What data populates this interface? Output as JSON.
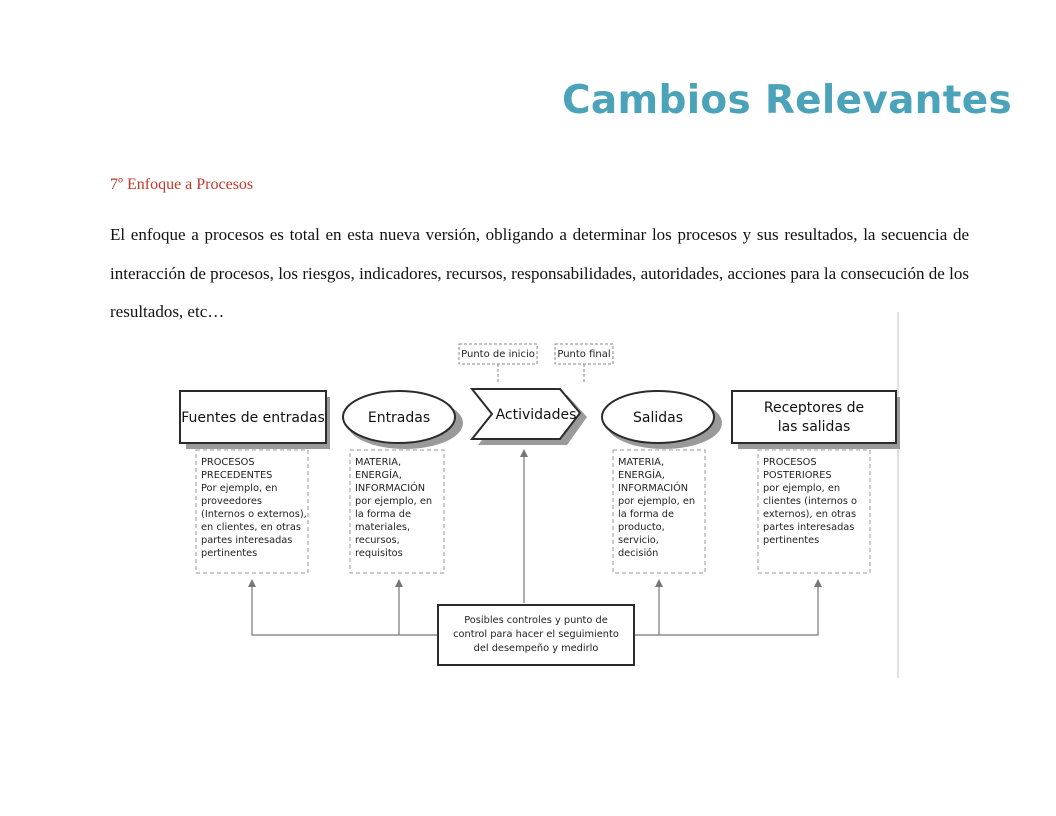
{
  "slide": {
    "title": "Cambios Relevantes",
    "section_heading": "7º Enfoque a Procesos",
    "body_text": "El enfoque a procesos es total en esta nueva versión, obligando a determinar los procesos y sus resultados, la secuencia de interacción de procesos, los riesgos, indicadores, recursos, responsabilidades, autoridades, acciones para la consecución de los resultados, etc…"
  },
  "diagram": {
    "markers": {
      "start": "Punto de inicio",
      "end": "Punto final"
    },
    "stages": {
      "sources": "Fuentes de entradas",
      "inputs": "Entradas",
      "activities": "Actividades",
      "outputs": "Salidas",
      "receivers_line1": "Receptores de",
      "receivers_line2": "las salidas"
    },
    "notes": {
      "sources": [
        "PROCESOS",
        "PRECEDENTES",
        "Por ejemplo, en",
        "proveedores",
        "(Internos o externos),",
        "en clientes, en otras",
        "partes interesadas",
        "pertinentes"
      ],
      "inputs": [
        "MATERIA,",
        "ENERGÍA,",
        "INFORMACIÓN",
        "por ejemplo, en",
        "la forma de",
        "materiales,",
        "recursos,",
        "requisitos"
      ],
      "outputs": [
        "MATERIA,",
        "ENERGÍA,",
        "INFORMACIÓN",
        "por ejemplo, en",
        "la forma de",
        "producto,",
        "servicio,",
        "decisión"
      ],
      "receivers": [
        "PROCESOS",
        "POSTERIORES",
        "por ejemplo, en",
        "clientes (internos o",
        "externos), en otras",
        "partes interesadas",
        "pertinentes"
      ]
    },
    "controls": [
      "Posibles controles y punto de",
      "control para hacer el seguimiento",
      "del desempeño y medirlo"
    ]
  },
  "colors": {
    "title": "#4aa3b8",
    "heading": "#c0392b",
    "box_border": "#2b2b2b",
    "shadow": "#9a9a9a",
    "connector": "#777777"
  }
}
